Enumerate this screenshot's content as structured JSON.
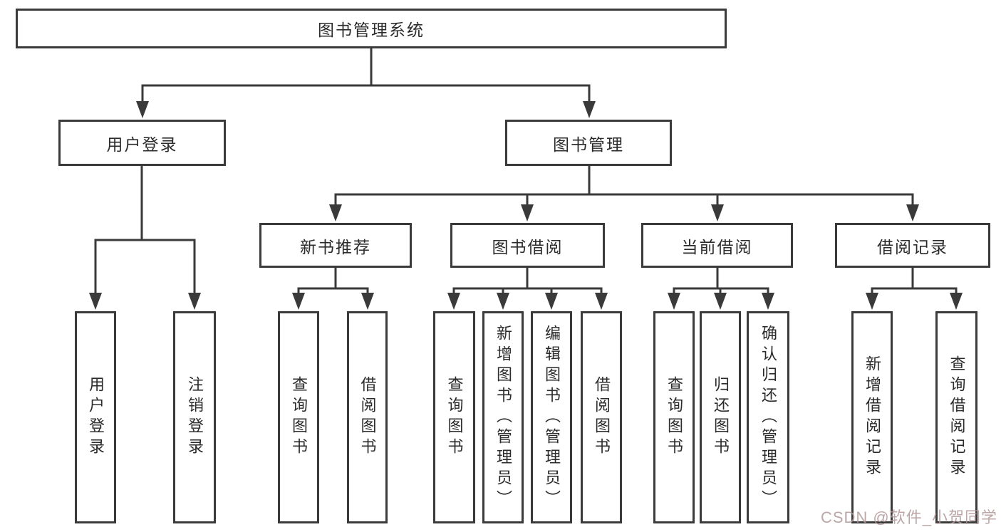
{
  "diagram": {
    "root": "图书管理系统",
    "user_login": {
      "label": "用户登录",
      "children": [
        "用户登录",
        "注销登录"
      ]
    },
    "book_mgmt": {
      "label": "图书管理"
    },
    "new_book": {
      "label": "新书推荐",
      "children": [
        "查询图书",
        "借阅图书"
      ]
    },
    "book_borrow": {
      "label": "图书借阅",
      "children": [
        "查询图书",
        "新增图书（管理员）",
        "编辑图书（管理员）",
        "借阅图书"
      ]
    },
    "current_borrow": {
      "label": "当前借阅",
      "children": [
        "查询图书",
        "归还图书",
        "确认归还（管理员）"
      ]
    },
    "borrow_records": {
      "label": "借阅记录",
      "children": [
        "新增借阅记录",
        "查询借阅记录"
      ]
    }
  },
  "watermark": "CSDN @软件_小贺同学",
  "colors": {
    "line": "#3a3a3a",
    "text": "#2b2b2b",
    "box_background": "#ffffff",
    "watermark": "#b09696",
    "background": "#ffffff"
  }
}
